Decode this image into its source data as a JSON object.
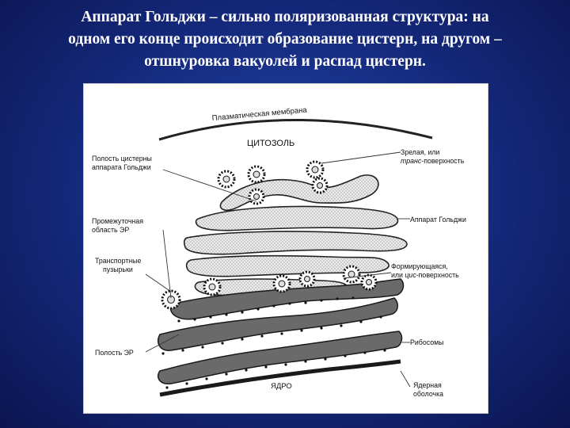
{
  "title": {
    "line1": "Аппарат Гольджи – сильно поляризованная структура: на",
    "line2": "одном его конце происходит образование цистерн, на другом –",
    "line3": "отшнуровка вакуолей и распад цистерн."
  },
  "diagram": {
    "labels": {
      "plasma_membrane": "Плазматическая мембрана",
      "cytosol": "ЦИТОЗОЛЬ",
      "cisterna_cavity_1": "Полость цистерны",
      "cisterna_cavity_2": "аппарата Гольджи",
      "mature_trans_1": "Зрелая, или",
      "mature_trans_2_italic": "транс",
      "mature_trans_2_rest": "-поверхность",
      "golgi": "Аппарат Гольджи",
      "intermediate_er_1": "Промежуточная",
      "intermediate_er_2": "область ЭР",
      "transport_vesicles_1": "Транспортные",
      "transport_vesicles_2": "пузырьки",
      "forming_cis_1": "Формирующаяся,",
      "forming_cis_2_pre": "или ",
      "forming_cis_2_italic": "цис",
      "forming_cis_2_rest": "-поверхность",
      "ribosomes": "Рибосомы",
      "er_cavity": "Полость ЭР",
      "nucleus": "ЯДРО",
      "nuclear_envelope_1": "Ядерная",
      "nuclear_envelope_2": "оболочка"
    }
  }
}
